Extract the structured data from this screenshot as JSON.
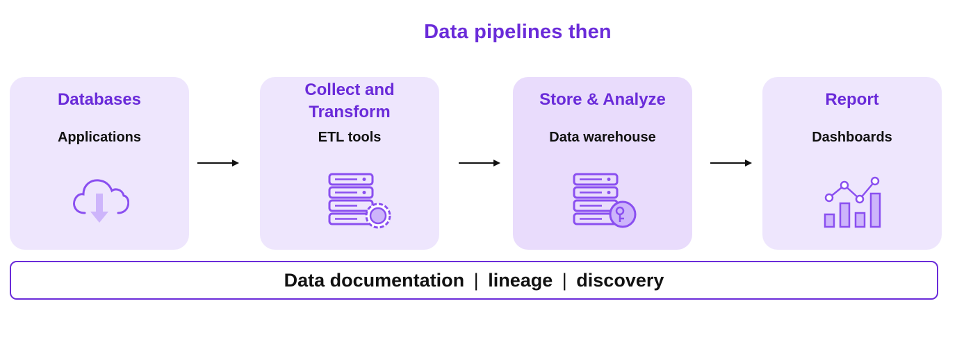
{
  "title": "Data pipelines then",
  "stages": [
    {
      "title": "Databases",
      "subtitle": "Applications",
      "icon": "cloud-download-icon"
    },
    {
      "title": "Collect and\nTransform",
      "subtitle": "ETL tools",
      "icon": "server-gear-icon"
    },
    {
      "title": "Store & Analyze",
      "subtitle": "Data warehouse",
      "icon": "server-key-icon"
    },
    {
      "title": "Report",
      "subtitle": "Dashboards",
      "icon": "bar-line-chart-icon"
    }
  ],
  "footer": {
    "part1": "Data documentation",
    "sep1": "|",
    "part2": "lineage",
    "sep2": "|",
    "part3": "discovery"
  },
  "colors": {
    "accent": "#6a2bd9",
    "card_bg": "#eee6fd",
    "icon_stroke": "#8a4ff0",
    "icon_fill": "#cdb5fb"
  }
}
